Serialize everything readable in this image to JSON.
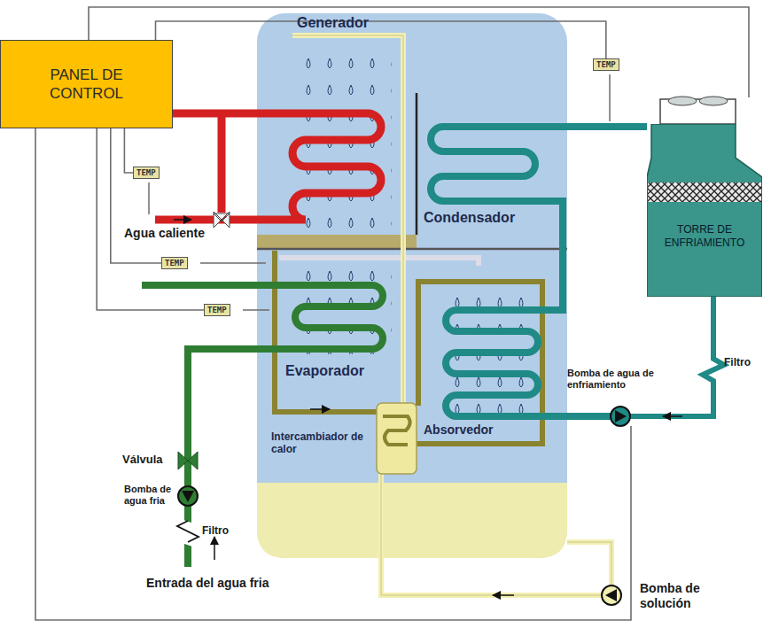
{
  "diagram": {
    "nodes": [
      {
        "text": [
          "PANEL DE CONTROL"
        ]
      },
      {
        "text": [
          "TORRE DE ENFRIAMIENTO"
        ]
      },
      {
        "text": [
          "TEMP"
        ]
      },
      {
        "text": [
          "TEMP"
        ]
      },
      {
        "text": [
          "TEMP"
        ]
      },
      {
        "text": [
          "TEMP"
        ]
      }
    ],
    "edges": [
      {
        "from": 0,
        "to": 2,
        "arrow": "none"
      },
      {
        "from": 0,
        "to": 3,
        "arrow": "none"
      },
      {
        "from": 0,
        "to": 4,
        "arrow": "none"
      },
      {
        "from": 0,
        "to": 5,
        "arrow": "none"
      }
    ],
    "labels": [
      "Generador",
      "Condensador",
      "Agua caliente",
      "Evaporador",
      "Absorvedor",
      "Intercambiador de calor",
      "Válvula",
      "Bomba de agua fria",
      "Filtro",
      "Entrada del agua fria",
      "Bomba de agua de enfriamiento",
      "Filtro",
      "Bomba de solución"
    ]
  }
}
